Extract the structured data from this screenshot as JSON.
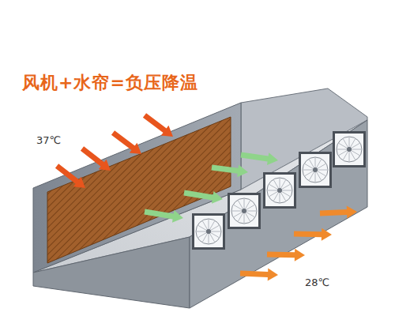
{
  "diagram": {
    "title": "风机+水帘=负压降温",
    "labels": [
      "37℃",
      "28℃"
    ]
  }
}
